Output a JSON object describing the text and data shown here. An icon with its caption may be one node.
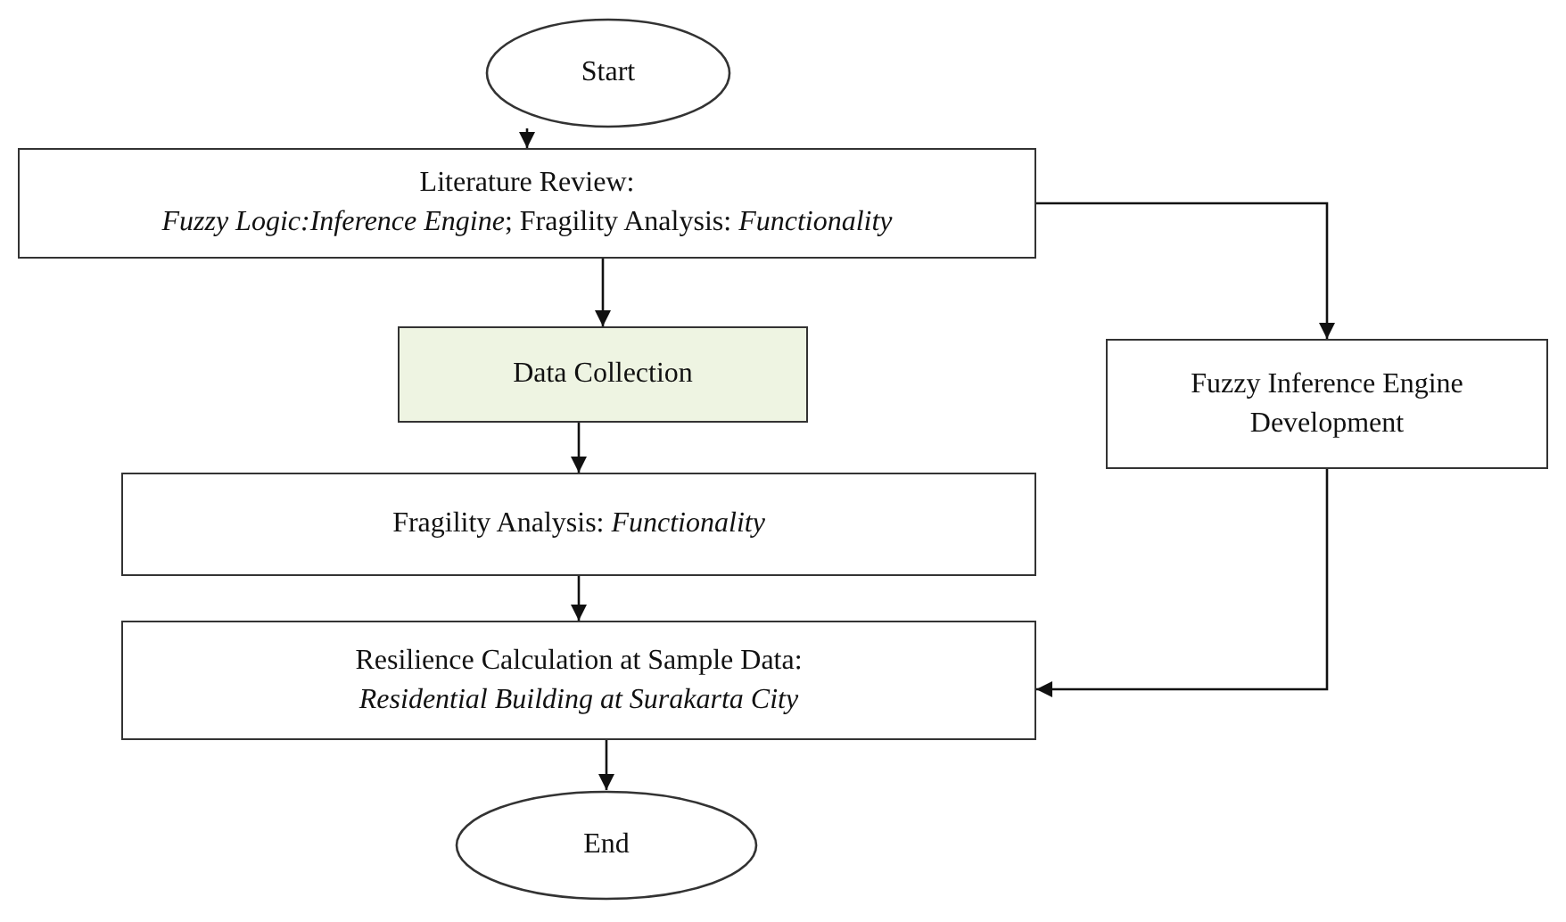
{
  "diagram": {
    "nodes": [
      {
        "text": [
          "Start"
        ]
      },
      {
        "text": [
          "Literature Review:",
          "*Fuzzy Logic:Inference Engine*; Fragility Analysis: *Functionality*"
        ]
      },
      {
        "text": [
          "Data Collection"
        ]
      },
      {
        "text": [
          "Fuzzy Inference Engine Development"
        ]
      },
      {
        "text": [
          "Fragility Analysis: *Functionality*"
        ]
      },
      {
        "text": [
          "Resilience Calculation at Sample Data:",
          "Residential Building at Surakarta City"
        ]
      },
      {
        "text": [
          "End"
        ]
      }
    ],
    "edges": [
      {
        "from": 0,
        "to": 1,
        "arrow": "to"
      },
      {
        "from": 1,
        "to": 2,
        "arrow": "to"
      },
      {
        "from": 1,
        "to": 3,
        "arrow": "to"
      },
      {
        "from": 2,
        "to": 4,
        "arrow": "to"
      },
      {
        "from": 4,
        "to": 5,
        "arrow": "to"
      },
      {
        "from": 3,
        "to": 5,
        "arrow": "to"
      },
      {
        "from": 5,
        "to": 6,
        "arrow": "to"
      }
    ]
  }
}
